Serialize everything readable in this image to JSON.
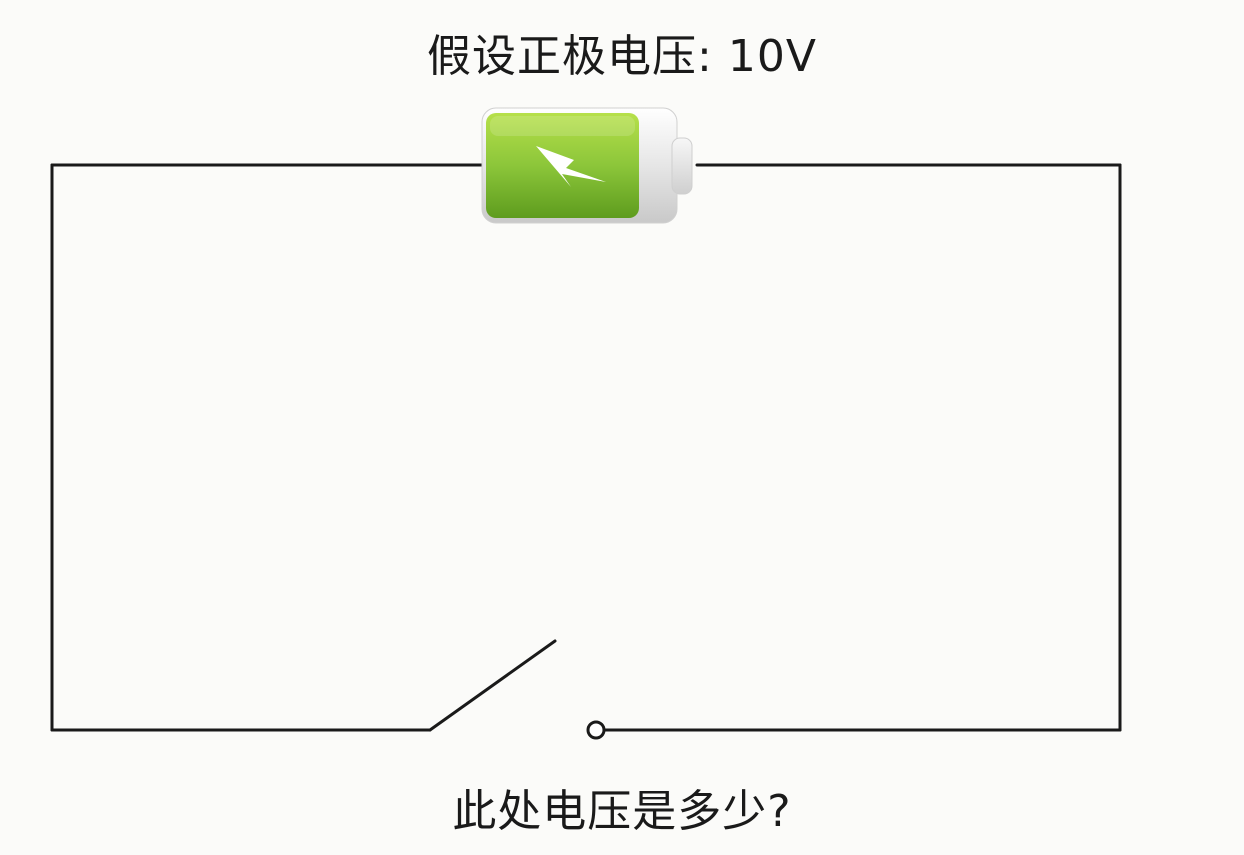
{
  "title": "假设正极电压: 10V",
  "question": "此处电压是多少?",
  "colors": {
    "wire": "#1a1a1a",
    "battery_green_light": "#9bd03a",
    "battery_green_dark": "#5fa21a",
    "battery_shell": "#e9e9e9",
    "bolt": "#ffffff",
    "background": "#fbfbf9"
  },
  "components": {
    "battery": {
      "icon": "battery-icon",
      "symbol": "lightning-bolt-icon"
    },
    "switch": {
      "state": "open"
    },
    "probe_terminal": {
      "icon": "terminal-circle-icon"
    }
  }
}
